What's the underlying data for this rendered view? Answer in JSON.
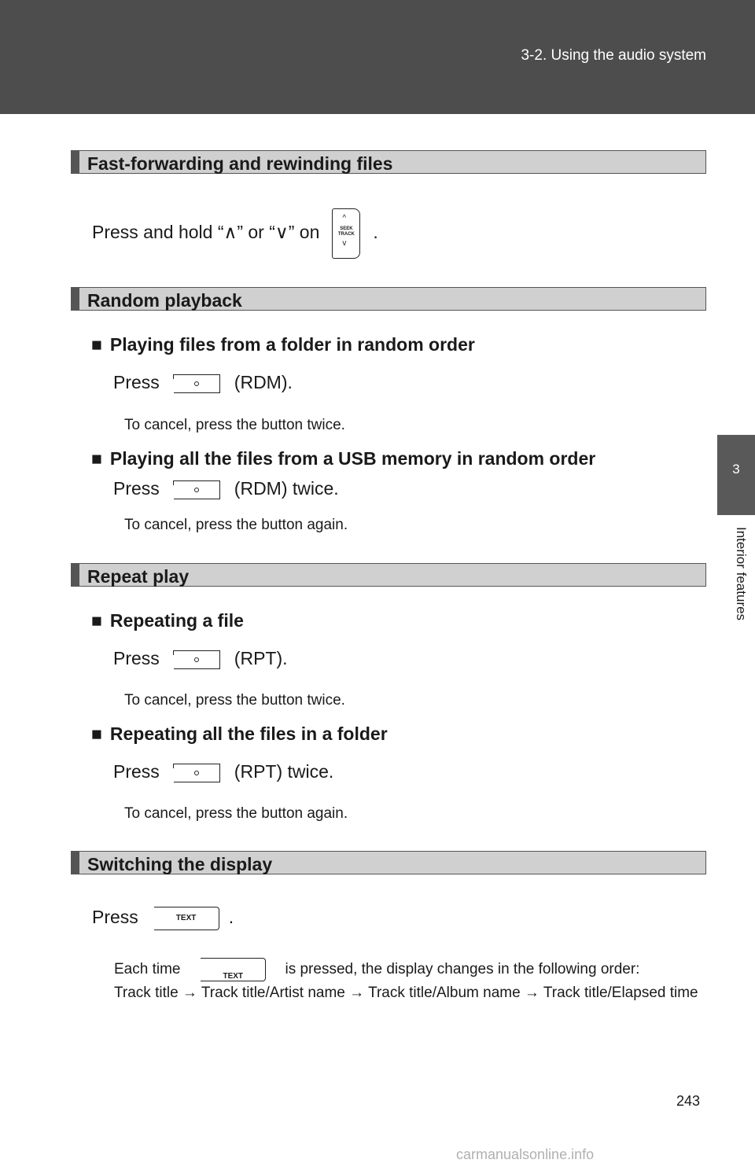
{
  "header": {
    "section": "3-2. Using the audio system"
  },
  "side_tab": {
    "number": "3",
    "label": "Interior features"
  },
  "sections": {
    "fast_forward": {
      "heading": "Fast-forwarding and rewinding files",
      "instruction_a": "Press and hold “",
      "up_sym": "∧",
      "instruction_b": "” or “",
      "down_sym": "∨",
      "instruction_c": "” on",
      "period": ".",
      "button_label_1": "SEEK",
      "button_label_2": "TRACK"
    },
    "random": {
      "heading": "Random playback",
      "sub1": {
        "marker": "■",
        "title": "Playing files from a folder in random order",
        "press": "Press",
        "suffix": "(RDM).",
        "note": "To cancel, press the button twice."
      },
      "sub2": {
        "marker": "■",
        "title": "Playing all the files from a USB memory in random order",
        "press": "Press",
        "suffix": "(RDM) twice.",
        "note": "To cancel, press the button again."
      }
    },
    "repeat": {
      "heading": "Repeat play",
      "sub1": {
        "marker": "■",
        "title": "Repeating a file",
        "press": "Press",
        "suffix": "(RPT).",
        "note": "To cancel, press the button twice."
      },
      "sub2": {
        "marker": "■",
        "title": "Repeating all the files in a folder",
        "press": "Press",
        "suffix": "(RPT) twice.",
        "note": "To cancel, press the button again."
      }
    },
    "display": {
      "heading": "Switching the display",
      "press": "Press",
      "period": ".",
      "button_label": "TEXT",
      "para_a": "Each time",
      "para_b": "is pressed, the display changes in the following order:",
      "para_c": "Track title → Track title/Artist name → Track title/Album name → Track title/Elapsed time"
    }
  },
  "page_number": "243",
  "watermark": "carmanualsonline.info"
}
